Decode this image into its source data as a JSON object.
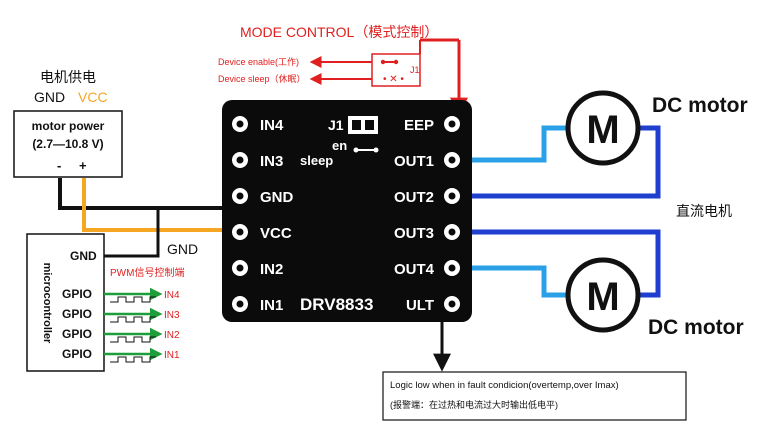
{
  "colors": {
    "red": "#e02020",
    "blue": "#1f3fcf",
    "cyan": "#2aa0e6",
    "orange": "#f5a623",
    "green": "#1e9e3a",
    "board": "#0b0b0b",
    "text": "#111111"
  },
  "mode_control": {
    "title": "MODE CONTROL（模式控制）",
    "enable": "Device enable(工作)",
    "sleep": "Device sleep（休眠）",
    "jumper": "J1"
  },
  "motor_power": {
    "heading": "电机供电",
    "gnd": "GND",
    "vcc": "VCC",
    "title": "motor power",
    "range": "(2.7—10.8 V)",
    "minus": "-",
    "plus": "+"
  },
  "microcontroller": {
    "label": "microcontroller",
    "gnd": "GND",
    "pwm_label": "PWM信号控制端",
    "gpio": [
      "GPIO",
      "GPIO",
      "GPIO",
      "GPIO"
    ],
    "inputs": [
      "IN4",
      "IN3",
      "IN2",
      "IN1"
    ]
  },
  "wire_gnd_label": "GND",
  "board": {
    "pins_left": [
      "IN4",
      "IN3",
      "GND",
      "VCC",
      "IN2",
      "IN1"
    ],
    "pins_right": [
      "EEP",
      "OUT1",
      "OUT2",
      "OUT3",
      "OUT4",
      "ULT"
    ],
    "jumper": "J1",
    "en": "en",
    "sleep": "sleep",
    "chip": "DRV8833"
  },
  "motors": {
    "top": "DC motor",
    "bottom": "DC motor",
    "symbol": "M",
    "middle": "直流电机"
  },
  "fault": {
    "line1": "Logic low when in fault condicion(overtemp,over Imax)",
    "line2": "(报警端：在过热和电流过大时输出低电平)"
  }
}
